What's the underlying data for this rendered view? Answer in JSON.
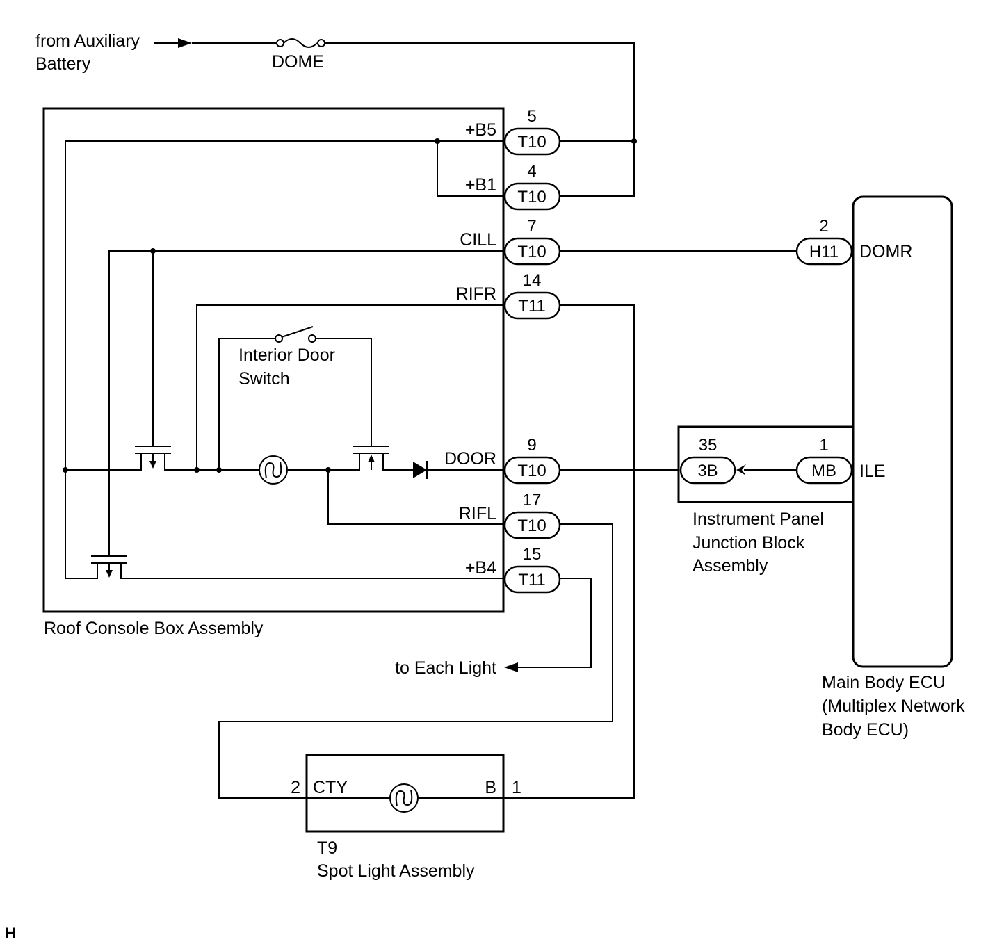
{
  "source": {
    "line1": "from Auxiliary",
    "line2": "Battery",
    "fuse_label": "DOME"
  },
  "roof_console": {
    "title": "Roof Console Box Assembly",
    "switch_label_line1": "Interior Door",
    "switch_label_line2": "Switch",
    "terminals": [
      {
        "signal": "+B5",
        "pin": "5",
        "connector": "T10"
      },
      {
        "signal": "+B1",
        "pin": "4",
        "connector": "T10"
      },
      {
        "signal": "CILL",
        "pin": "7",
        "connector": "T10"
      },
      {
        "signal": "RIFR",
        "pin": "14",
        "connector": "T11"
      },
      {
        "signal": "DOOR",
        "pin": "9",
        "connector": "T10"
      },
      {
        "signal": "RIFL",
        "pin": "17",
        "connector": "T10"
      },
      {
        "signal": "+B4",
        "pin": "15",
        "connector": "T11"
      }
    ]
  },
  "to_each_light": "to Each Light",
  "main_body_ecu": {
    "line1": "Main Body ECU",
    "line2": "(Multiplex Network",
    "line3": "Body ECU)",
    "terminals": [
      {
        "signal": "DOMR",
        "pin": "2",
        "connector": "H11"
      },
      {
        "signal": "ILE",
        "pin": "1",
        "connector": "MB"
      }
    ]
  },
  "junction_block": {
    "line1": "Instrument Panel",
    "line2": "Junction Block",
    "line3": "Assembly",
    "pin": "35",
    "connector": "3B"
  },
  "spot_light": {
    "connector": "T9",
    "title": "Spot Light Assembly",
    "left_pin": "2",
    "left_signal": "CTY",
    "right_signal": "B",
    "right_pin": "1"
  },
  "figure_mark": "H"
}
